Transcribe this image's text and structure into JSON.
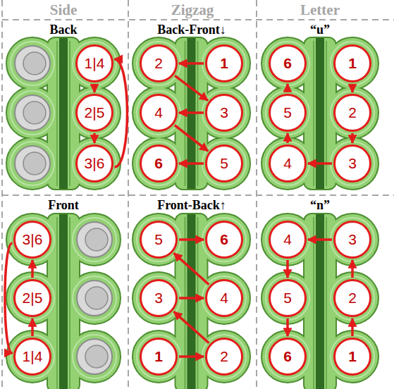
{
  "diagram": {
    "nodes": [
      {
        "text": [
          "1|4"
        ]
      },
      {
        "text": [
          "2|5"
        ]
      },
      {
        "text": [
          "3|6"
        ]
      },
      {
        "text": [
          "2"
        ]
      },
      {
        "text": [
          "1"
        ]
      },
      {
        "text": [
          "4"
        ]
      },
      {
        "text": [
          "3"
        ]
      },
      {
        "text": [
          "6"
        ]
      },
      {
        "text": [
          "5"
        ]
      },
      {
        "text": [
          "6"
        ]
      },
      {
        "text": [
          "1"
        ]
      },
      {
        "text": [
          "5"
        ]
      },
      {
        "text": [
          "2"
        ]
      },
      {
        "text": [
          "4"
        ]
      },
      {
        "text": [
          "3"
        ]
      },
      {
        "text": [
          "3|6"
        ]
      },
      {
        "text": [
          "2|5"
        ]
      },
      {
        "text": [
          "1|4"
        ]
      },
      {
        "text": [
          "5"
        ]
      },
      {
        "text": [
          "6"
        ]
      },
      {
        "text": [
          "3"
        ]
      },
      {
        "text": [
          "4"
        ]
      },
      {
        "text": [
          "1"
        ]
      },
      {
        "text": [
          "2"
        ]
      },
      {
        "text": [
          "4"
        ]
      },
      {
        "text": [
          "3"
        ]
      },
      {
        "text": [
          "5"
        ]
      },
      {
        "text": [
          "2"
        ]
      },
      {
        "text": [
          "6"
        ]
      },
      {
        "text": [
          "1"
        ]
      }
    ],
    "edges": [
      {
        "from": 0,
        "to": 1,
        "arrow": "to"
      },
      {
        "from": 1,
        "to": 2,
        "arrow": "to"
      },
      {
        "from": 2,
        "to": 0,
        "arrow": "to"
      },
      {
        "from": 4,
        "to": 3,
        "arrow": "to"
      },
      {
        "from": 3,
        "to": 6,
        "arrow": "to"
      },
      {
        "from": 6,
        "to": 5,
        "arrow": "to"
      },
      {
        "from": 5,
        "to": 8,
        "arrow": "to"
      },
      {
        "from": 8,
        "to": 7,
        "arrow": "to"
      },
      {
        "from": 10,
        "to": 12,
        "arrow": "to"
      },
      {
        "from": 12,
        "to": 14,
        "arrow": "to"
      },
      {
        "from": 14,
        "to": 13,
        "arrow": "to"
      },
      {
        "from": 13,
        "to": 11,
        "arrow": "to"
      },
      {
        "from": 11,
        "to": 9,
        "arrow": "to"
      },
      {
        "from": 17,
        "to": 16,
        "arrow": "to"
      },
      {
        "from": 16,
        "to": 15,
        "arrow": "to"
      },
      {
        "from": 15,
        "to": 17,
        "arrow": "to"
      },
      {
        "from": 22,
        "to": 23,
        "arrow": "to"
      },
      {
        "from": 23,
        "to": 20,
        "arrow": "to"
      },
      {
        "from": 20,
        "to": 21,
        "arrow": "to"
      },
      {
        "from": 21,
        "to": 18,
        "arrow": "to"
      },
      {
        "from": 18,
        "to": 19,
        "arrow": "to"
      },
      {
        "from": 29,
        "to": 27,
        "arrow": "to"
      },
      {
        "from": 27,
        "to": 25,
        "arrow": "to"
      },
      {
        "from": 25,
        "to": 24,
        "arrow": "to"
      },
      {
        "from": 24,
        "to": 26,
        "arrow": "to"
      },
      {
        "from": 26,
        "to": 28,
        "arrow": "to"
      }
    ],
    "labels": [
      "Side",
      "Zigzag",
      "Letter",
      "Back",
      "Back-Front↓",
      "“u”",
      "Front",
      "Front-Back↑",
      "“n”"
    ]
  }
}
